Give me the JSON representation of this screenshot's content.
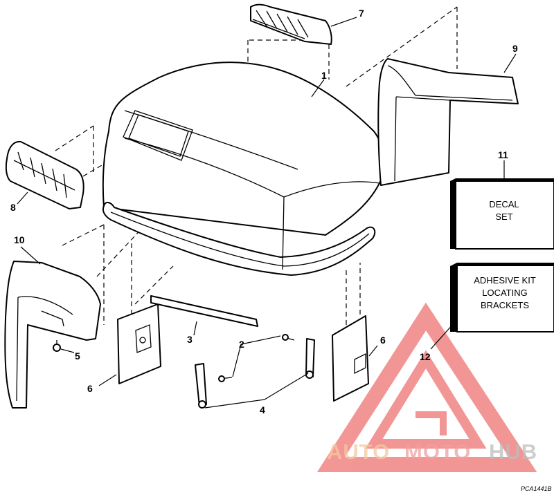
{
  "callouts": {
    "c1": "1",
    "c2": "2",
    "c3": "3",
    "c4": "4",
    "c5": "5",
    "c6a": "6",
    "c6b": "6",
    "c7": "7",
    "c8": "8",
    "c9": "9",
    "c10": "10",
    "c11": "11",
    "c12": "12"
  },
  "boxes": {
    "decal": [
      "DECAL",
      "SET"
    ],
    "adhesive": [
      "ADHESIVE KIT",
      "LOCATING",
      "BRACKETS"
    ]
  },
  "watermark": {
    "part1": "AUTO",
    "part2": "MOTO",
    "part3": "HUB",
    "color_light": "#f4c9a0",
    "color_mid": "#f0a0a0",
    "color_dark": "#bdbdbd"
  },
  "figure_code": "PCA1441B",
  "colors": {
    "line": "#000000",
    "background": "#ffffff",
    "watermark_red": "#e94040"
  }
}
